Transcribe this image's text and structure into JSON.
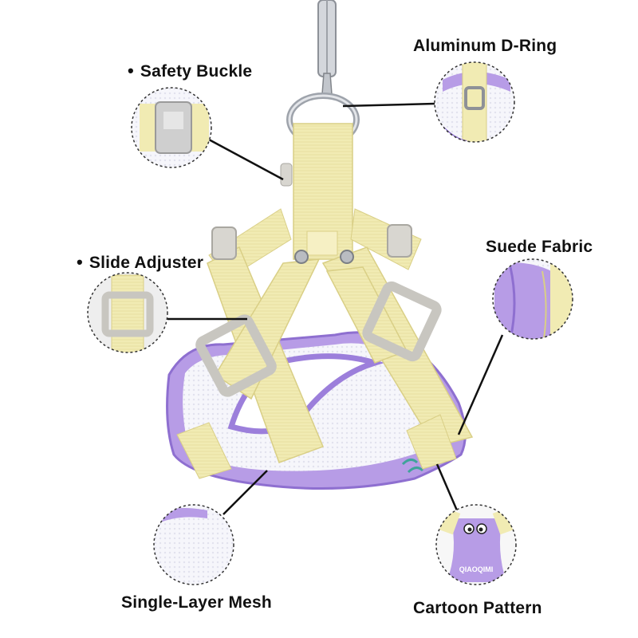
{
  "product": {
    "colors": {
      "strap": "#f1ebb3",
      "strap_edge": "#d9cf86",
      "vest": "#b79ce6",
      "vest_dark": "#8e6fd0",
      "mesh": "#f4f4fb",
      "hardware": "#cfcfcf",
      "ring": "#b8bcc4"
    }
  },
  "features": [
    {
      "key": "safety_buckle",
      "label": "Safety Buckle",
      "bullet": "•"
    },
    {
      "key": "aluminum_d_ring",
      "label": "Aluminum D-Ring"
    },
    {
      "key": "slide_adjuster",
      "label": "Slide Adjuster",
      "bullet": "•"
    },
    {
      "key": "suede_fabric",
      "label": "Suede Fabric"
    },
    {
      "key": "single_layer_mesh",
      "label": "Single-Layer Mesh"
    },
    {
      "key": "cartoon_pattern",
      "label": "Cartoon Pattern"
    }
  ],
  "brand": {
    "text": "QIAOQIMI"
  }
}
